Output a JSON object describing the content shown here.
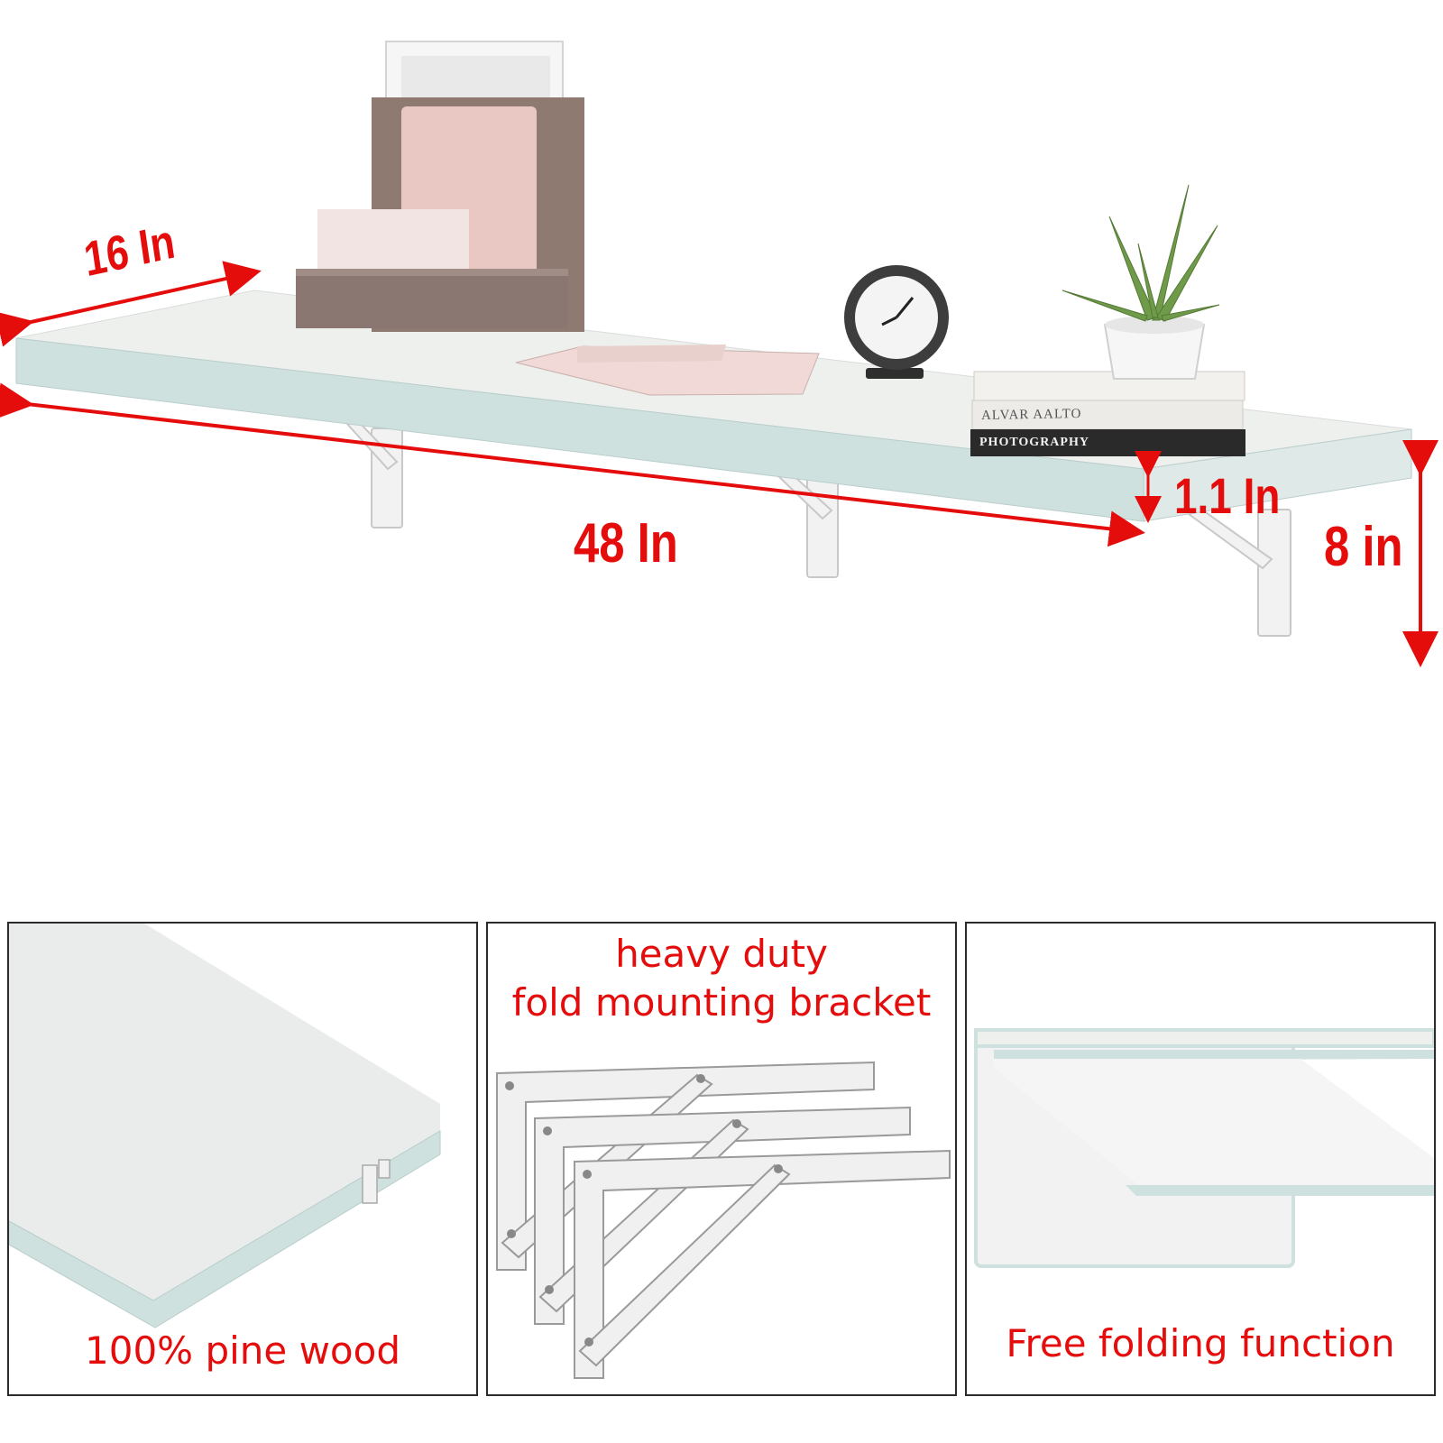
{
  "dimensions": {
    "depth": "16 In",
    "length": "48 In",
    "thickness": "1.1 In",
    "bracket": "8 in"
  },
  "props": {
    "book_top_title": "ALVAR AALTO",
    "book_bottom_title": "PHOTOGRAPHY"
  },
  "panels": [
    {
      "caption": "100% pine wood"
    },
    {
      "caption_line1": "heavy duty",
      "caption_line2": "fold mounting bracket"
    },
    {
      "caption": "Free folding function"
    }
  ],
  "colors": {
    "accent_red": "#e50c0c",
    "shelf_white": "#eef0ee",
    "shelf_edge": "#cfe1df",
    "panel_border": "#2b2b2b"
  }
}
